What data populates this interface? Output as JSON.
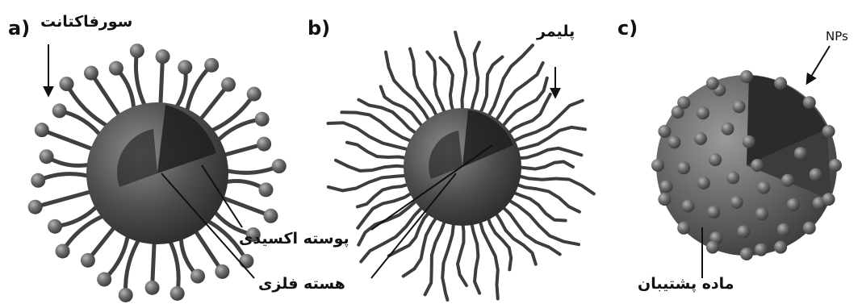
{
  "panels": {
    "a": {
      "letter": "a)",
      "surfactant_label": "سورفاکتانت"
    },
    "b": {
      "letter": "b)",
      "polymer_label": "پلیمر"
    },
    "c": {
      "letter": "c)",
      "nps_label": "NPs",
      "support_label": "ماده پشتیبان"
    }
  },
  "shared_labels": {
    "oxide_shell": "پوسته اکسیدی",
    "metal_core": "هسته فلزی"
  },
  "colors": {
    "sphere": "#4a4a4a",
    "sphere_highlight": "#8a8a8a",
    "cutaway": "#2c2c2c",
    "strand": "#3a3a3a",
    "bead": "#5a5a5a",
    "background": "#ffffff"
  }
}
